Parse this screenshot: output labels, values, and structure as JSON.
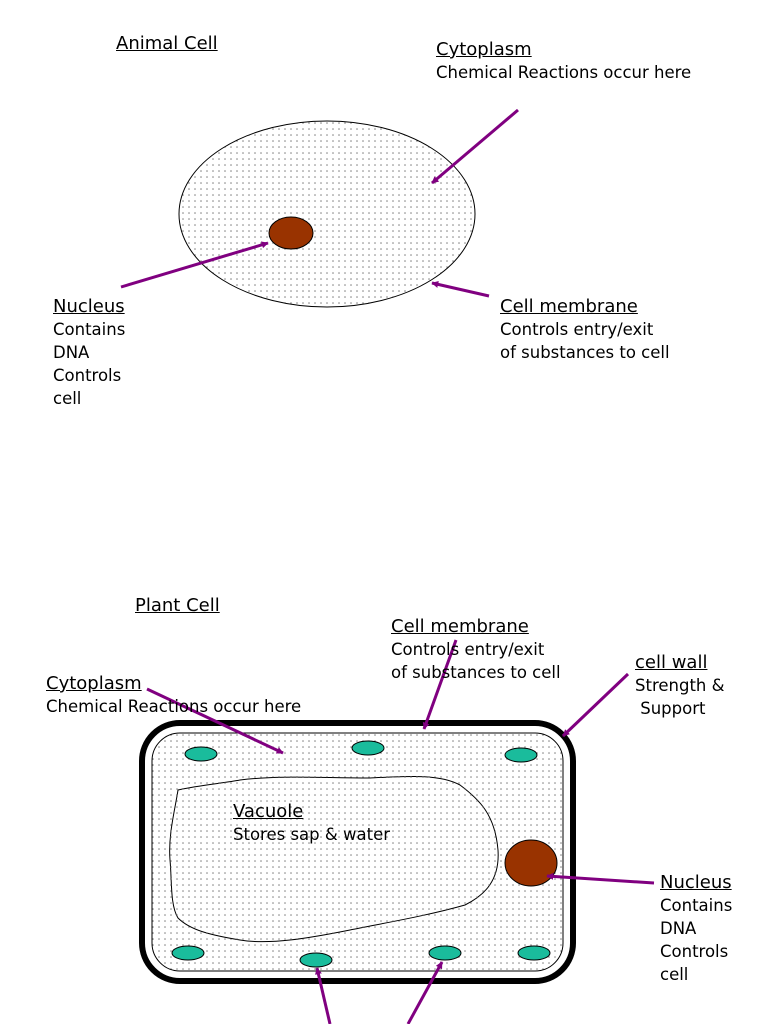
{
  "animal_cell": {
    "title": "Animal Cell",
    "cytoplasm": {
      "title": "Cytoplasm",
      "text": "Chemical Reactions occur here"
    },
    "nucleus": {
      "title": "Nucleus",
      "lines": [
        "Contains",
        "DNA",
        "Controls",
        "cell"
      ]
    },
    "membrane": {
      "title": "Cell membrane",
      "lines": [
        "Controls entry/exit",
        "of substances to cell"
      ]
    }
  },
  "plant_cell": {
    "title": "Plant Cell",
    "membrane": {
      "title": "Cell membrane",
      "lines": [
        "Controls entry/exit",
        "of substances to cell"
      ]
    },
    "cell_wall": {
      "title": "cell wall",
      "lines": [
        "Strength &",
        " Support"
      ]
    },
    "cytoplasm": {
      "title": "Cytoplasm",
      "text": "Chemical Reactions occur here"
    },
    "vacuole": {
      "title": "Vacuole",
      "text": "Stores sap & water"
    },
    "nucleus": {
      "title": "Nucleus",
      "lines": [
        "Contains",
        "DNA",
        "Controls",
        "cell"
      ]
    }
  },
  "colors": {
    "arrow": "#800080",
    "nucleus": "#993300",
    "chloroplast": "#1abc9c",
    "dots": "#777777"
  }
}
